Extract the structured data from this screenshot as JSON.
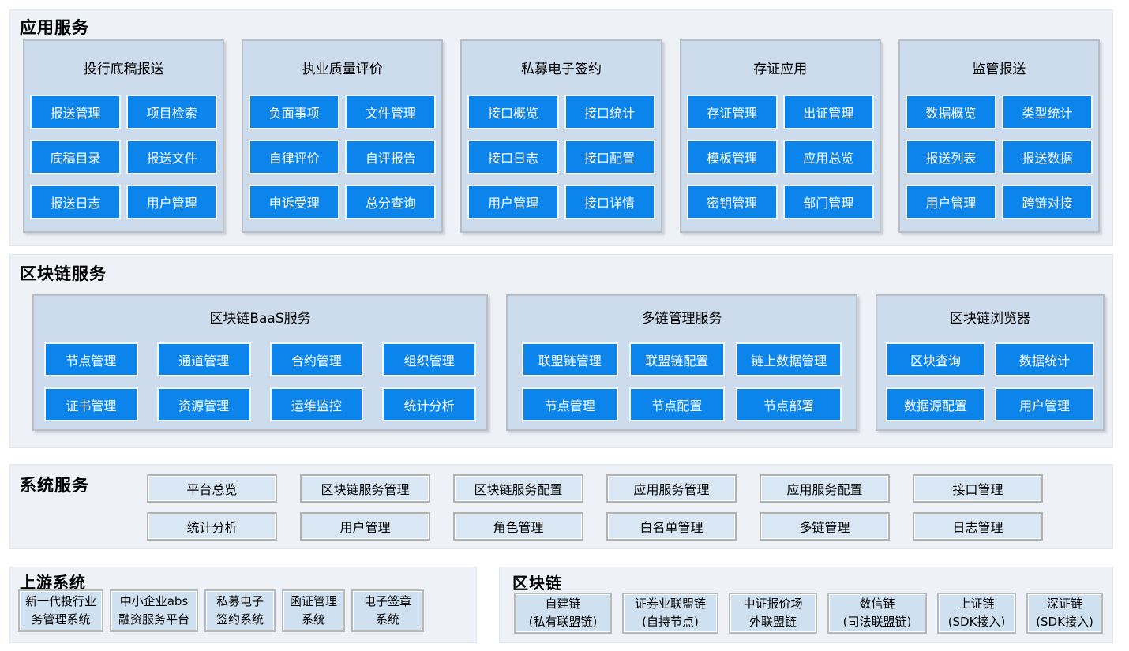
{
  "colors": {
    "tile_blue": "#0b84ec",
    "card_bg": "#cddcec",
    "section_bg": "#eef1f6",
    "light_btn_bg": "#d9e7f4"
  },
  "sections": {
    "app": {
      "title": "应用服务",
      "cards": [
        {
          "title": "投行底稿报送",
          "buttons": [
            "报送管理",
            "项目检索",
            "底稿目录",
            "报送文件",
            "报送日志",
            "用户管理"
          ]
        },
        {
          "title": "执业质量评价",
          "buttons": [
            "负面事项",
            "文件管理",
            "自律评价",
            "自评报告",
            "申诉受理",
            "总分查询"
          ]
        },
        {
          "title": "私募电子签约",
          "buttons": [
            "接口概览",
            "接口统计",
            "接口日志",
            "接口配置",
            "用户管理",
            "接口详情"
          ]
        },
        {
          "title": "存证应用",
          "buttons": [
            "存证管理",
            "出证管理",
            "模板管理",
            "应用总览",
            "密钥管理",
            "部门管理"
          ]
        },
        {
          "title": "监管报送",
          "buttons": [
            "数据概览",
            "类型统计",
            "报送列表",
            "报送数据",
            "用户管理",
            "跨链对接"
          ]
        }
      ]
    },
    "blockchain_service": {
      "title": "区块链服务",
      "cards": [
        {
          "title": "区块链BaaS服务",
          "buttons": [
            "节点管理",
            "通道管理",
            "合约管理",
            "组织管理",
            "证书管理",
            "资源管理",
            "运维监控",
            "统计分析"
          ]
        },
        {
          "title": "多链管理服务",
          "buttons": [
            "联盟链管理",
            "联盟链配置",
            "链上数据管理",
            "节点管理",
            "节点配置",
            "节点部署"
          ]
        },
        {
          "title": "区块链浏览器",
          "buttons": [
            "区块查询",
            "数据统计",
            "数据源配置",
            "用户管理"
          ]
        }
      ]
    },
    "system": {
      "title": "系统服务",
      "buttons": [
        "平台总览",
        "区块链服务管理",
        "区块链服务配置",
        "应用服务管理",
        "应用服务配置",
        "接口管理",
        "统计分析",
        "用户管理",
        "角色管理",
        "白名单管理",
        "多链管理",
        "日志管理"
      ]
    },
    "upstream": {
      "title": "上游系统",
      "boxes": [
        [
          "新一代投行业",
          "务管理系统"
        ],
        [
          "中小企业abs",
          "融资服务平台"
        ],
        [
          "私募电子",
          "签约系统"
        ],
        [
          "函证管理",
          "系统"
        ],
        [
          "电子签章",
          "系统"
        ]
      ]
    },
    "chains": {
      "title": "区块链",
      "boxes": [
        [
          "自建链",
          "(私有联盟链)"
        ],
        [
          "证券业联盟链",
          "(自持节点)"
        ],
        [
          "中证报价场",
          "外联盟链"
        ],
        [
          "数信链",
          "(司法联盟链)"
        ],
        [
          "上证链",
          "(SDK接入)"
        ],
        [
          "深证链",
          "(SDK接入)"
        ]
      ]
    }
  }
}
